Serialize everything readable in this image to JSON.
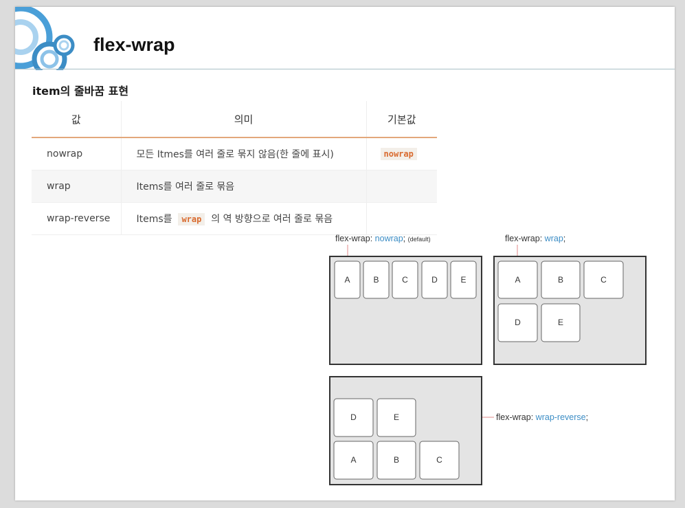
{
  "title": "flex-wrap",
  "subtitle": "item의 줄바꿈 표현",
  "table": {
    "headers": [
      "값",
      "의미",
      "기본값"
    ],
    "rows": [
      {
        "value": "nowrap",
        "meaning": "모든 Itmes를 여러 줄로 묶지 않음(한 줄에 표시)",
        "default": "nowrap"
      },
      {
        "value": "wrap",
        "meaning": "Items를 여러 줄로 묶음",
        "default": ""
      },
      {
        "value": "wrap-reverse",
        "meaning_before": "Items를",
        "meaning_code": "wrap",
        "meaning_after": "의 역 방향으로 여러 줄로 묶음",
        "default": ""
      }
    ]
  },
  "diagram": {
    "nowrap": {
      "prop": "flex-wrap:",
      "val": "nowrap",
      "end": ";",
      "note": "(default)",
      "items": [
        "A",
        "B",
        "C",
        "D",
        "E"
      ]
    },
    "wrap": {
      "prop": "flex-wrap:",
      "val": "wrap",
      "end": ";",
      "items": [
        "A",
        "B",
        "C",
        "D",
        "E"
      ]
    },
    "reverse": {
      "prop": "flex-wrap:",
      "val": "wrap-reverse",
      "end": ";",
      "items": [
        "D",
        "E",
        "A",
        "B",
        "C"
      ]
    }
  },
  "colors": {
    "accent": "#3c8dc5",
    "rule": "#e3a77b",
    "code": "#d96a2e",
    "box_bg": "#e4e4e4",
    "leader": "#e08a8a"
  }
}
